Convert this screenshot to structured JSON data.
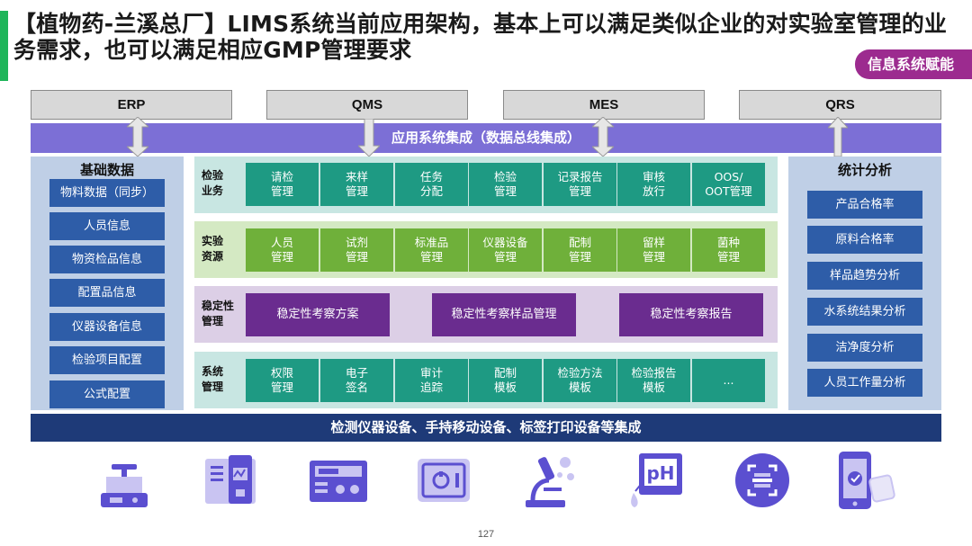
{
  "title": "【植物药-兰溪总厂】LIMS系统当前应用架构，基本上可以满足类似企业的对实验室管理的业务需求，也可以满足相应GMP管理要求",
  "badge": "信息系统赋能",
  "top_systems": [
    "ERP",
    "QMS",
    "MES",
    "QRS"
  ],
  "bus_label": "应用系统集成（数据总线集成）",
  "base_data": {
    "title": "基础数据",
    "items": [
      "物料数据（同步）",
      "人员信息",
      "物资检品信息",
      "配置品信息",
      "仪器设备信息",
      "检验项目配置",
      "公式配置"
    ]
  },
  "stats": {
    "title": "统计分析",
    "items": [
      "产品合格率",
      "原料合格率",
      "样品趋势分析",
      "水系统结果分析",
      "洁净度分析",
      "人员工作量分析"
    ]
  },
  "rows": [
    {
      "label": "检验\n业务",
      "cells": [
        "请检\n管理",
        "来样\n管理",
        "任务\n分配",
        "检验\n管理",
        "记录报告\n管理",
        "审核\n放行",
        "OOS/\nOOT管理"
      ]
    },
    {
      "label": "实验\n资源",
      "cells": [
        "人员\n管理",
        "试剂\n管理",
        "标准品\n管理",
        "仪器设备\n管理",
        "配制\n管理",
        "留样\n管理",
        "菌种\n管理"
      ]
    },
    {
      "label": "稳定性\n管理",
      "cells": [
        "稳定性考察方案",
        "稳定性考察样品管理",
        "稳定性考察报告"
      ]
    },
    {
      "label": "系统\n管理",
      "cells": [
        "权限\n管理",
        "电子\n签名",
        "审计\n追踪",
        "配制\n模板",
        "检验方法\n模板",
        "检验报告\n模板",
        "..."
      ]
    }
  ],
  "bottom_bar": "检测仪器设备、手持移动设备、标签打印设备等集成",
  "icons": [
    "balance-icon",
    "dispenser-icon",
    "instrument-icon",
    "incubator-icon",
    "microscope-icon",
    "ph-meter-icon",
    "scanner-icon",
    "mobile-device-icon"
  ],
  "colors": {
    "accent_green": "#1fb55a",
    "badge_purple": "#9c2b8f",
    "bus_purple": "#7c6fd6",
    "side_blue": "#2e5da8",
    "teal": "#1e9a83",
    "green": "#6fb03a",
    "purple": "#6a2c8f",
    "navy": "#1e3a78",
    "icon_purple": "#5b4fd0"
  },
  "page_number": "127"
}
